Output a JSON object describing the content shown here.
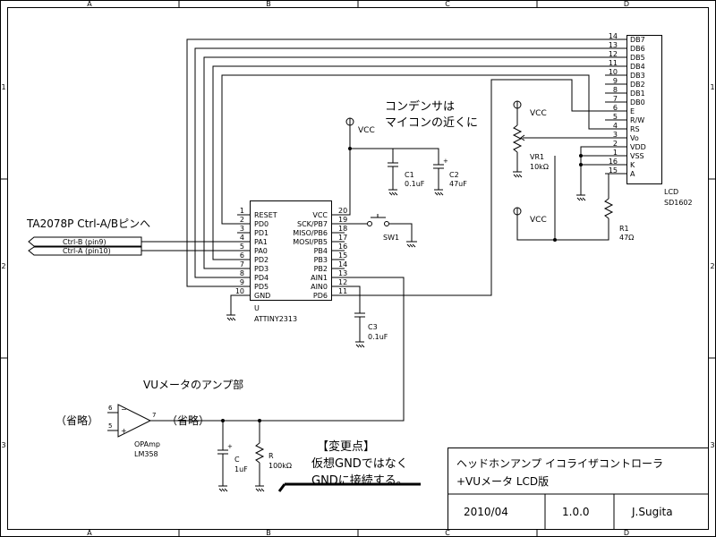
{
  "frame": {
    "col_labels": [
      "A",
      "B",
      "C",
      "D"
    ],
    "row_labels": [
      "1",
      "2",
      "3"
    ]
  },
  "notes": {
    "capacitor_line1": "コンデンサは",
    "capacitor_line2": "マイコンの近くに",
    "ta_header": "TA2078P Ctrl-A/Bピンへ",
    "vu_title": "VUメータのアンプ部",
    "change_line1": "【変更点】",
    "change_line2": "仮想GNDではなく",
    "change_line3": "GNDに接続する。",
    "omit": "（省略）"
  },
  "connectors": {
    "ctrl_b": "Ctrl-B (pin9)",
    "ctrl_a": "Ctrl-A (pin10)"
  },
  "mcu": {
    "ref": "U",
    "part": "ATTINY2313",
    "left_pins": [
      {
        "num": "1",
        "name": "RESET"
      },
      {
        "num": "2",
        "name": "PD0"
      },
      {
        "num": "3",
        "name": "PD1"
      },
      {
        "num": "4",
        "name": "PA1"
      },
      {
        "num": "5",
        "name": "PA0"
      },
      {
        "num": "6",
        "name": "PD2"
      },
      {
        "num": "7",
        "name": "PD3"
      },
      {
        "num": "8",
        "name": "PD4"
      },
      {
        "num": "9",
        "name": "PD5"
      },
      {
        "num": "10",
        "name": "GND"
      }
    ],
    "right_pins": [
      {
        "num": "20",
        "name": "VCC"
      },
      {
        "num": "19",
        "name": "SCK/PB7"
      },
      {
        "num": "18",
        "name": "MISO/PB6"
      },
      {
        "num": "17",
        "name": "MOSI/PB5"
      },
      {
        "num": "16",
        "name": "PB4"
      },
      {
        "num": "15",
        "name": "PB3"
      },
      {
        "num": "14",
        "name": "PB2"
      },
      {
        "num": "13",
        "name": "AIN1"
      },
      {
        "num": "12",
        "name": "AIN0"
      },
      {
        "num": "11",
        "name": "PD6"
      }
    ]
  },
  "lcd": {
    "ref": "LCD",
    "part": "SD1602",
    "pins": [
      {
        "num": "14",
        "name": "DB7"
      },
      {
        "num": "13",
        "name": "DB6"
      },
      {
        "num": "12",
        "name": "DB5"
      },
      {
        "num": "11",
        "name": "DB4"
      },
      {
        "num": "10",
        "name": "DB3"
      },
      {
        "num": "9",
        "name": "DB2"
      },
      {
        "num": "8",
        "name": "DB1"
      },
      {
        "num": "7",
        "name": "DB0"
      },
      {
        "num": "6",
        "name": "E"
      },
      {
        "num": "5",
        "name": "R/W"
      },
      {
        "num": "4",
        "name": "RS"
      },
      {
        "num": "3",
        "name": "Vo"
      },
      {
        "num": "2",
        "name": "VDD"
      },
      {
        "num": "1",
        "name": "VSS"
      },
      {
        "num": "16",
        "name": "K"
      },
      {
        "num": "15",
        "name": "A"
      }
    ]
  },
  "components": {
    "vcc": "VCC",
    "c1_ref": "C1",
    "c1_val": "0.1uF",
    "c2_ref": "C2",
    "c2_val": "47uF",
    "c3_ref": "C3",
    "c3_val": "0.1uF",
    "sw1": "SW1",
    "vr1_ref": "VR1",
    "vr1_val": "10kΩ",
    "r1_ref": "R1",
    "r1_val": "47Ω",
    "opamp_ref": "OPAmp",
    "opamp_part": "LM358",
    "op_pin_minus": "6",
    "op_pin_plus": "5",
    "op_pin_out": "7",
    "c_ref": "C",
    "c_val": "1uF",
    "r_ref": "R",
    "r_val": "100kΩ"
  },
  "title_block": {
    "title_line1": "ヘッドホンアンプ イコライザコントローラ",
    "title_line2": "+VUメータ LCD版",
    "date": "2010/04",
    "version": "1.0.0",
    "author": "J.Sugita"
  }
}
